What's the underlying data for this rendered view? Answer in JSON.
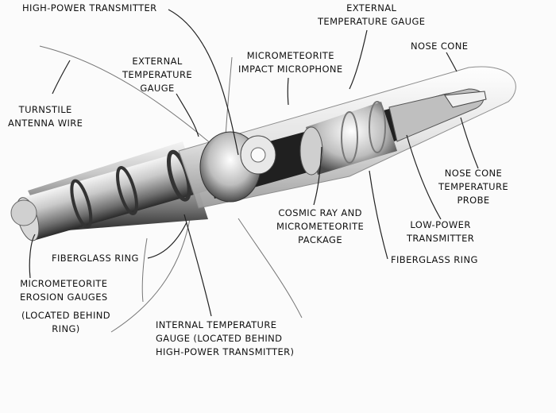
{
  "labels": {
    "high_power_transmitter": [
      "HIGH-POWER TRANSMITTER"
    ],
    "external_temp_gauge_top": [
      "EXTERNAL",
      "TEMPERATURE GAUGE"
    ],
    "nose_cone": [
      "NOSE CONE"
    ],
    "external_temp_gauge_left": [
      "EXTERNAL",
      "TEMPERATURE",
      "GAUGE"
    ],
    "micrometeorite_impact_microphone": [
      "MICROMETEORITE",
      "IMPACT MICROPHONE"
    ],
    "turnstile_antenna_wire": [
      "TURNSTILE",
      "ANTENNA WIRE"
    ],
    "nose_cone_temperature_probe": [
      "NOSE CONE",
      "TEMPERATURE",
      "PROBE"
    ],
    "cosmic_ray_package": [
      "COSMIC RAY AND",
      "MICROMETEORITE",
      "PACKAGE"
    ],
    "low_power_transmitter": [
      "LOW-POWER",
      "TRANSMITTER"
    ],
    "fiberglass_ring_left": [
      "FIBERGLASS RING"
    ],
    "fiberglass_ring_right": [
      "FIBERGLASS RING"
    ],
    "micrometeorite_erosion_gauges": [
      "MICROMETEORITE",
      "EROSION GAUGES"
    ],
    "located_behind_ring": [
      "(LOCATED BEHIND",
      "RING)"
    ],
    "internal_temperature_gauge": [
      "INTERNAL TEMPERATURE",
      "GAUGE (LOCATED BEHIND",
      "HIGH-POWER TRANSMITTER)"
    ]
  }
}
